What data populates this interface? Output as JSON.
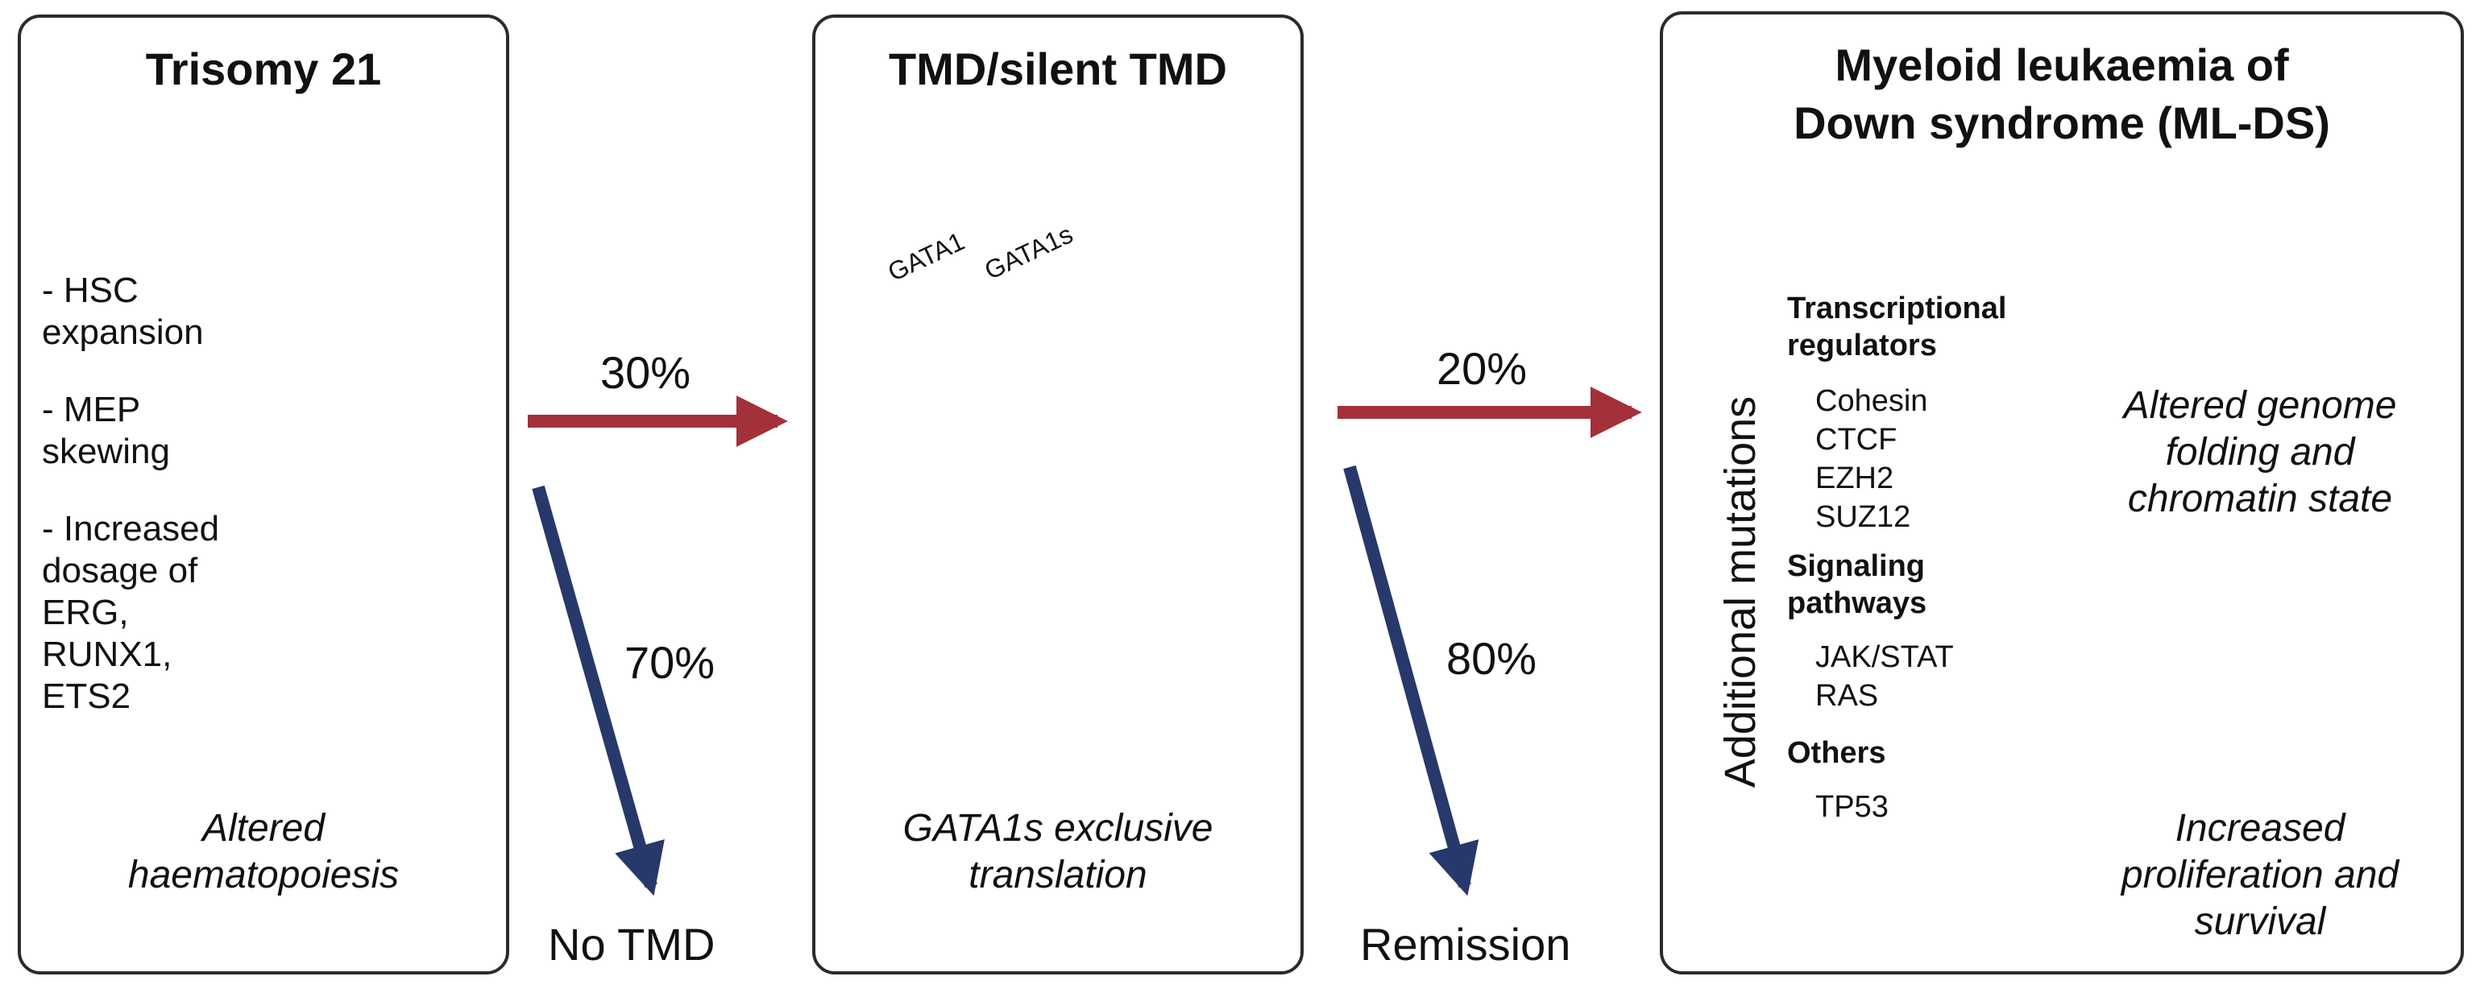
{
  "panel1": {
    "title": "Trisomy 21",
    "bullets": [
      "- HSC",
      "expansion",
      "- MEP",
      "skewing",
      "- Increased",
      "dosage of",
      "ERG,",
      "RUNX1,",
      "ETS2"
    ],
    "caption": [
      "Altered",
      "haematopoiesis"
    ]
  },
  "panel2": {
    "title": "TMD/silent TMD",
    "gene_labels": [
      "GATA1",
      "GATA1s"
    ],
    "caption": [
      "GATA1s exclusive",
      "translation"
    ]
  },
  "panel3": {
    "title": [
      "Myeloid leukaemia of",
      "Down syndrome (ML-DS)"
    ],
    "vertical_label": "Additional mutations",
    "groups": [
      {
        "heading": [
          "Transcriptional",
          "regulators"
        ],
        "items": [
          "Cohesin",
          "CTCF",
          "EZH2",
          "SUZ12"
        ]
      },
      {
        "heading": [
          "Signaling",
          "pathways"
        ],
        "items": [
          "JAK/STAT",
          "RAS"
        ]
      },
      {
        "heading": [
          "Others"
        ],
        "items": [
          "TP53"
        ]
      }
    ],
    "caption_top": [
      "Altered genome",
      "folding and",
      "chromatin state"
    ],
    "caption_bottom": [
      "Increased",
      "proliferation and",
      "survival"
    ]
  },
  "arrows": {
    "a1_pct": "30%",
    "a1_down_pct": "70%",
    "a1_down_label": "No TMD",
    "a2_pct": "20%",
    "a2_down_pct": "80%",
    "a2_down_label": "Remission"
  },
  "colors": {
    "red_arrow": "#a3303a",
    "blue_arrow": "#27386a",
    "gene_box_green": "#c8e1ca",
    "gene_box_red": "#c7352f",
    "cell_light": "#a4a9e6",
    "cell_dark": "#5b4296",
    "chromatin_pink": "#d67fd0"
  }
}
